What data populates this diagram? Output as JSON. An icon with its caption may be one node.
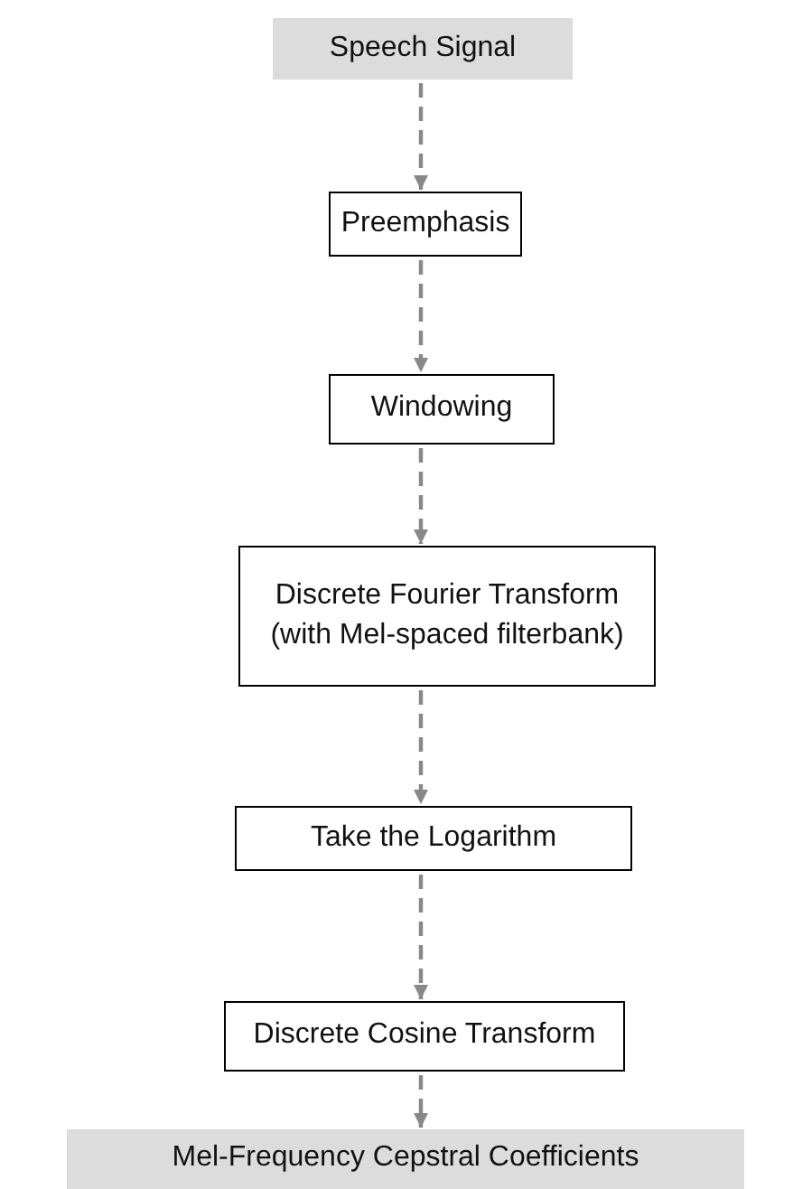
{
  "diagram": {
    "nodes": [
      {
        "text": [
          "Speech Signal"
        ]
      },
      {
        "text": [
          "Preemphasis"
        ]
      },
      {
        "text": [
          "Windowing"
        ]
      },
      {
        "text": [
          "Discrete Fourier Transform (with Mel-spaced filterbank)"
        ]
      },
      {
        "text": [
          "Take the Logarithm"
        ]
      },
      {
        "text": [
          "Discrete Cosine Transform"
        ]
      },
      {
        "text": [
          "Mel-Frequency Cepstral Coefficients"
        ]
      }
    ],
    "edges": [
      {
        "from": 0,
        "to": 1,
        "arrow": "to",
        "style": "dashed"
      },
      {
        "from": 1,
        "to": 2,
        "arrow": "to",
        "style": "dashed"
      },
      {
        "from": 2,
        "to": 3,
        "arrow": "to",
        "style": "dashed"
      },
      {
        "from": 3,
        "to": 4,
        "arrow": "to",
        "style": "dashed"
      },
      {
        "from": 4,
        "to": 5,
        "arrow": "to",
        "style": "dashed"
      },
      {
        "from": 5,
        "to": 6,
        "arrow": "to",
        "style": "dashed"
      }
    ]
  }
}
